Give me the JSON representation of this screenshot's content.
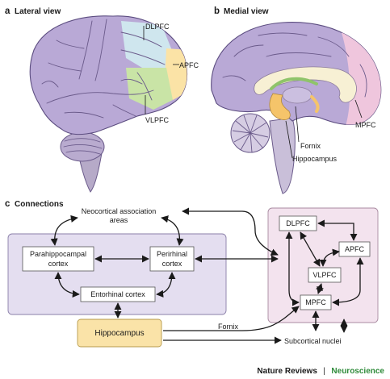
{
  "panel_a": {
    "letter": "a",
    "title": "Lateral view",
    "labels": {
      "dlpfc": "DLPFC",
      "apfc": "APFC",
      "vlpfc": "VLPFC"
    }
  },
  "panel_b": {
    "letter": "b",
    "title": "Medial view",
    "labels": {
      "mpfc": "MPFC",
      "fornix": "Fornix",
      "hippocampus": "Hippocampus"
    }
  },
  "panel_c": {
    "letter": "c",
    "title": "Connections",
    "nodes": {
      "neocortical_line1": "Neocortical association",
      "neocortical_line2": "areas",
      "parahippocampal_line1": "Parahippocampal",
      "parahippocampal_line2": "cortex",
      "perirhinal_line1": "Perirhinal",
      "perirhinal_line2": "cortex",
      "entorhinal": "Entorhinal cortex",
      "hippocampus": "Hippocampus",
      "dlpfc": "DLPFC",
      "apfc": "APFC",
      "vlpfc": "VLPFC",
      "mpfc": "MPFC",
      "fornix": "Fornix",
      "subcortical": "Subcortical nuclei"
    }
  },
  "credit": {
    "journal": "Nature Reviews",
    "separator": "|",
    "section": "Neuroscience"
  },
  "colors": {
    "brain_purple": "#b9a9d6",
    "left_panel_bg": "#e4def0",
    "right_panel_bg": "#f3e3ee",
    "hippocampus_box": "#fae3a8",
    "dlpfc_area": "#cfe6ee",
    "apfc_area": "#fbe3a6",
    "vlpfc_area": "#c9e4a6",
    "mpfc_area": "#efc6dd",
    "credit_green": "#2e8b3a"
  }
}
